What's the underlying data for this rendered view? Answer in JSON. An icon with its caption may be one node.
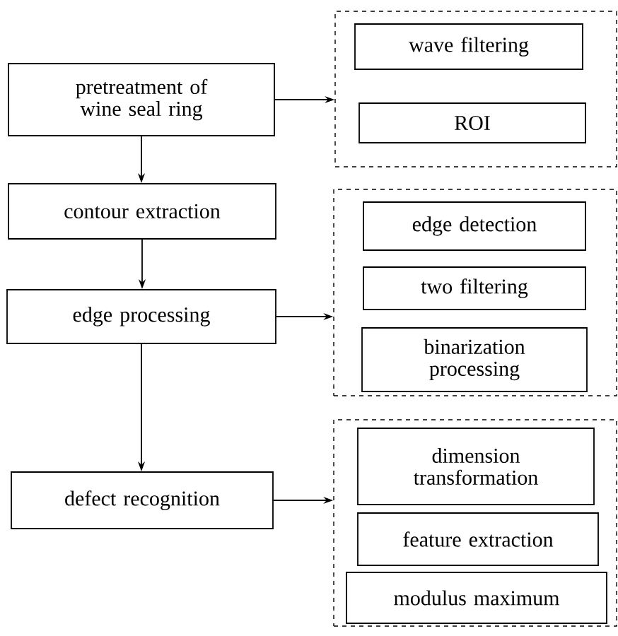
{
  "diagram": {
    "nodes": [
      {
        "text": [
          "pretreatment of wine seal ring"
        ]
      },
      {
        "text": [],
        "shape": "box"
      },
      {
        "text": [
          "wave filtering"
        ],
        "in": 1
      },
      {
        "text": [
          "ROI"
        ],
        "in": 1
      },
      {
        "text": [
          "contour extraction"
        ]
      },
      {
        "text": [
          "edge processing"
        ]
      },
      {
        "text": [],
        "shape": "box"
      },
      {
        "text": [
          "edge detection"
        ],
        "in": 6
      },
      {
        "text": [
          "two filtering"
        ],
        "in": 6
      },
      {
        "text": [
          "binarization processing"
        ],
        "in": 6
      },
      {
        "text": [
          "defect recognition"
        ]
      },
      {
        "text": [],
        "shape": "box"
      },
      {
        "text": [
          "dimension transformation"
        ],
        "in": 11
      },
      {
        "text": [
          "feature extraction"
        ],
        "in": 11
      },
      {
        "text": [
          "modulus maximum"
        ],
        "in": 11
      }
    ],
    "edges": [
      {
        "from": 0,
        "to": 4,
        "arrow": "to"
      },
      {
        "from": 4,
        "to": 5,
        "arrow": "to"
      },
      {
        "from": 5,
        "to": 10,
        "arrow": "to"
      },
      {
        "from": 0,
        "to": 1,
        "arrow": "to"
      },
      {
        "from": 5,
        "to": 6,
        "arrow": "to"
      },
      {
        "from": 10,
        "to": 11,
        "arrow": "to"
      }
    ]
  }
}
